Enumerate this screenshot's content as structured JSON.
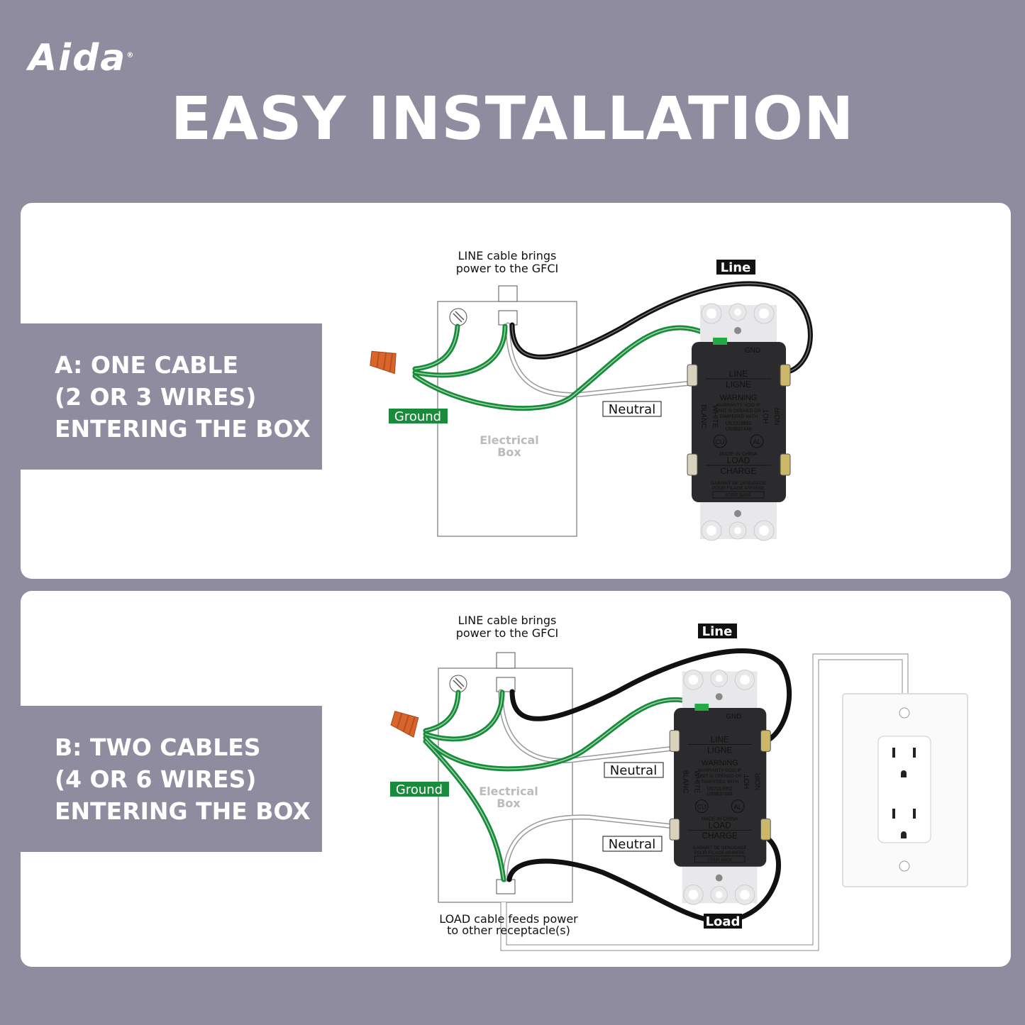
{
  "brand": {
    "logo": "Aida",
    "registered": "®"
  },
  "title": "EASY INSTALLATION",
  "colors": {
    "background": "#8f8ca0",
    "ground": "#1a8a3c",
    "wire_nut": "#d9652a",
    "label_black": "#111111"
  },
  "panel_a": {
    "heading": [
      "A: ONE CABLE",
      "(2 OR 3 WIRES)",
      "ENTERING THE BOX"
    ],
    "line_cable_note": [
      "LINE cable brings",
      "power to the GFCI"
    ],
    "labels": {
      "line": "Line",
      "neutral": "Neutral",
      "ground": "Ground"
    },
    "box_label": [
      "Electrical",
      "Box"
    ]
  },
  "panel_b": {
    "heading": [
      "B: TWO CABLES",
      "(4 OR 6 WIRES)",
      "ENTERING THE BOX"
    ],
    "line_cable_note": [
      "LINE cable brings",
      "power to the GFCI"
    ],
    "load_cable_note": [
      "LOAD cable feeds power",
      "to other receptacle(s)"
    ],
    "labels": {
      "line": "Line",
      "neutral_line": "Neutral",
      "neutral_load": "Neutral",
      "ground": "Ground",
      "load": "Load"
    },
    "box_label": [
      "Electrical",
      "Box"
    ]
  },
  "gfci": {
    "gnd": "GND",
    "line": "LINE",
    "ligne": "LIGNE",
    "warning": "WARNING",
    "warning_text": [
      "WARRANTY VOID IF",
      "UNIT IS OPENED OR",
      "TAMPERED WITH"
    ],
    "patents": [
      "US7019952",
      "US9837448"
    ],
    "white": "WHITE",
    "blanc": "BLANC",
    "hot": "HOT",
    "noir": "NOIR",
    "cert_1": "CU",
    "cert_2": "AL",
    "made_in": "MADE IN CHINA",
    "load": "LOAD",
    "charge": "CHARGE",
    "strip_text": [
      "GABARIT DE DENUDAGE",
      "POUR FILAGE ARRIERE"
    ],
    "strip_gage": "STRIP GAGE"
  }
}
